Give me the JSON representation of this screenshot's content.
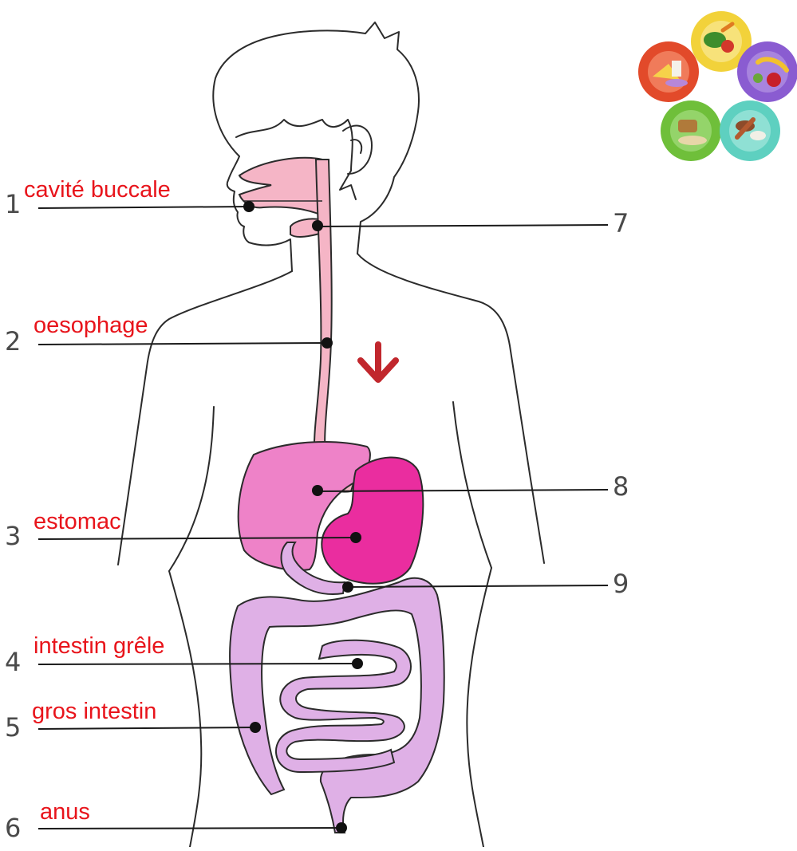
{
  "labels": [
    {
      "number": "1",
      "text": "cavité buccale"
    },
    {
      "number": "2",
      "text": "oesophage"
    },
    {
      "number": "3",
      "text": "estomac"
    },
    {
      "number": "4",
      "text": "intestin grêle"
    },
    {
      "number": "5",
      "text": "gros intestin"
    },
    {
      "number": "6",
      "text": "anus"
    }
  ],
  "right_numbers": [
    "7",
    "8",
    "9"
  ],
  "colors": {
    "label_text": "#e8141b",
    "outline": "#2b2b2b",
    "tract_light_pink": "#f5b5c6",
    "liver_pink": "#ee82c8",
    "stomach_magenta": "#ea2d9f",
    "intestine_lavender": "#dfb0e6",
    "arrow_red": "#c1272d"
  },
  "icons": [
    "food-groups-icon",
    "down-arrow-icon"
  ]
}
